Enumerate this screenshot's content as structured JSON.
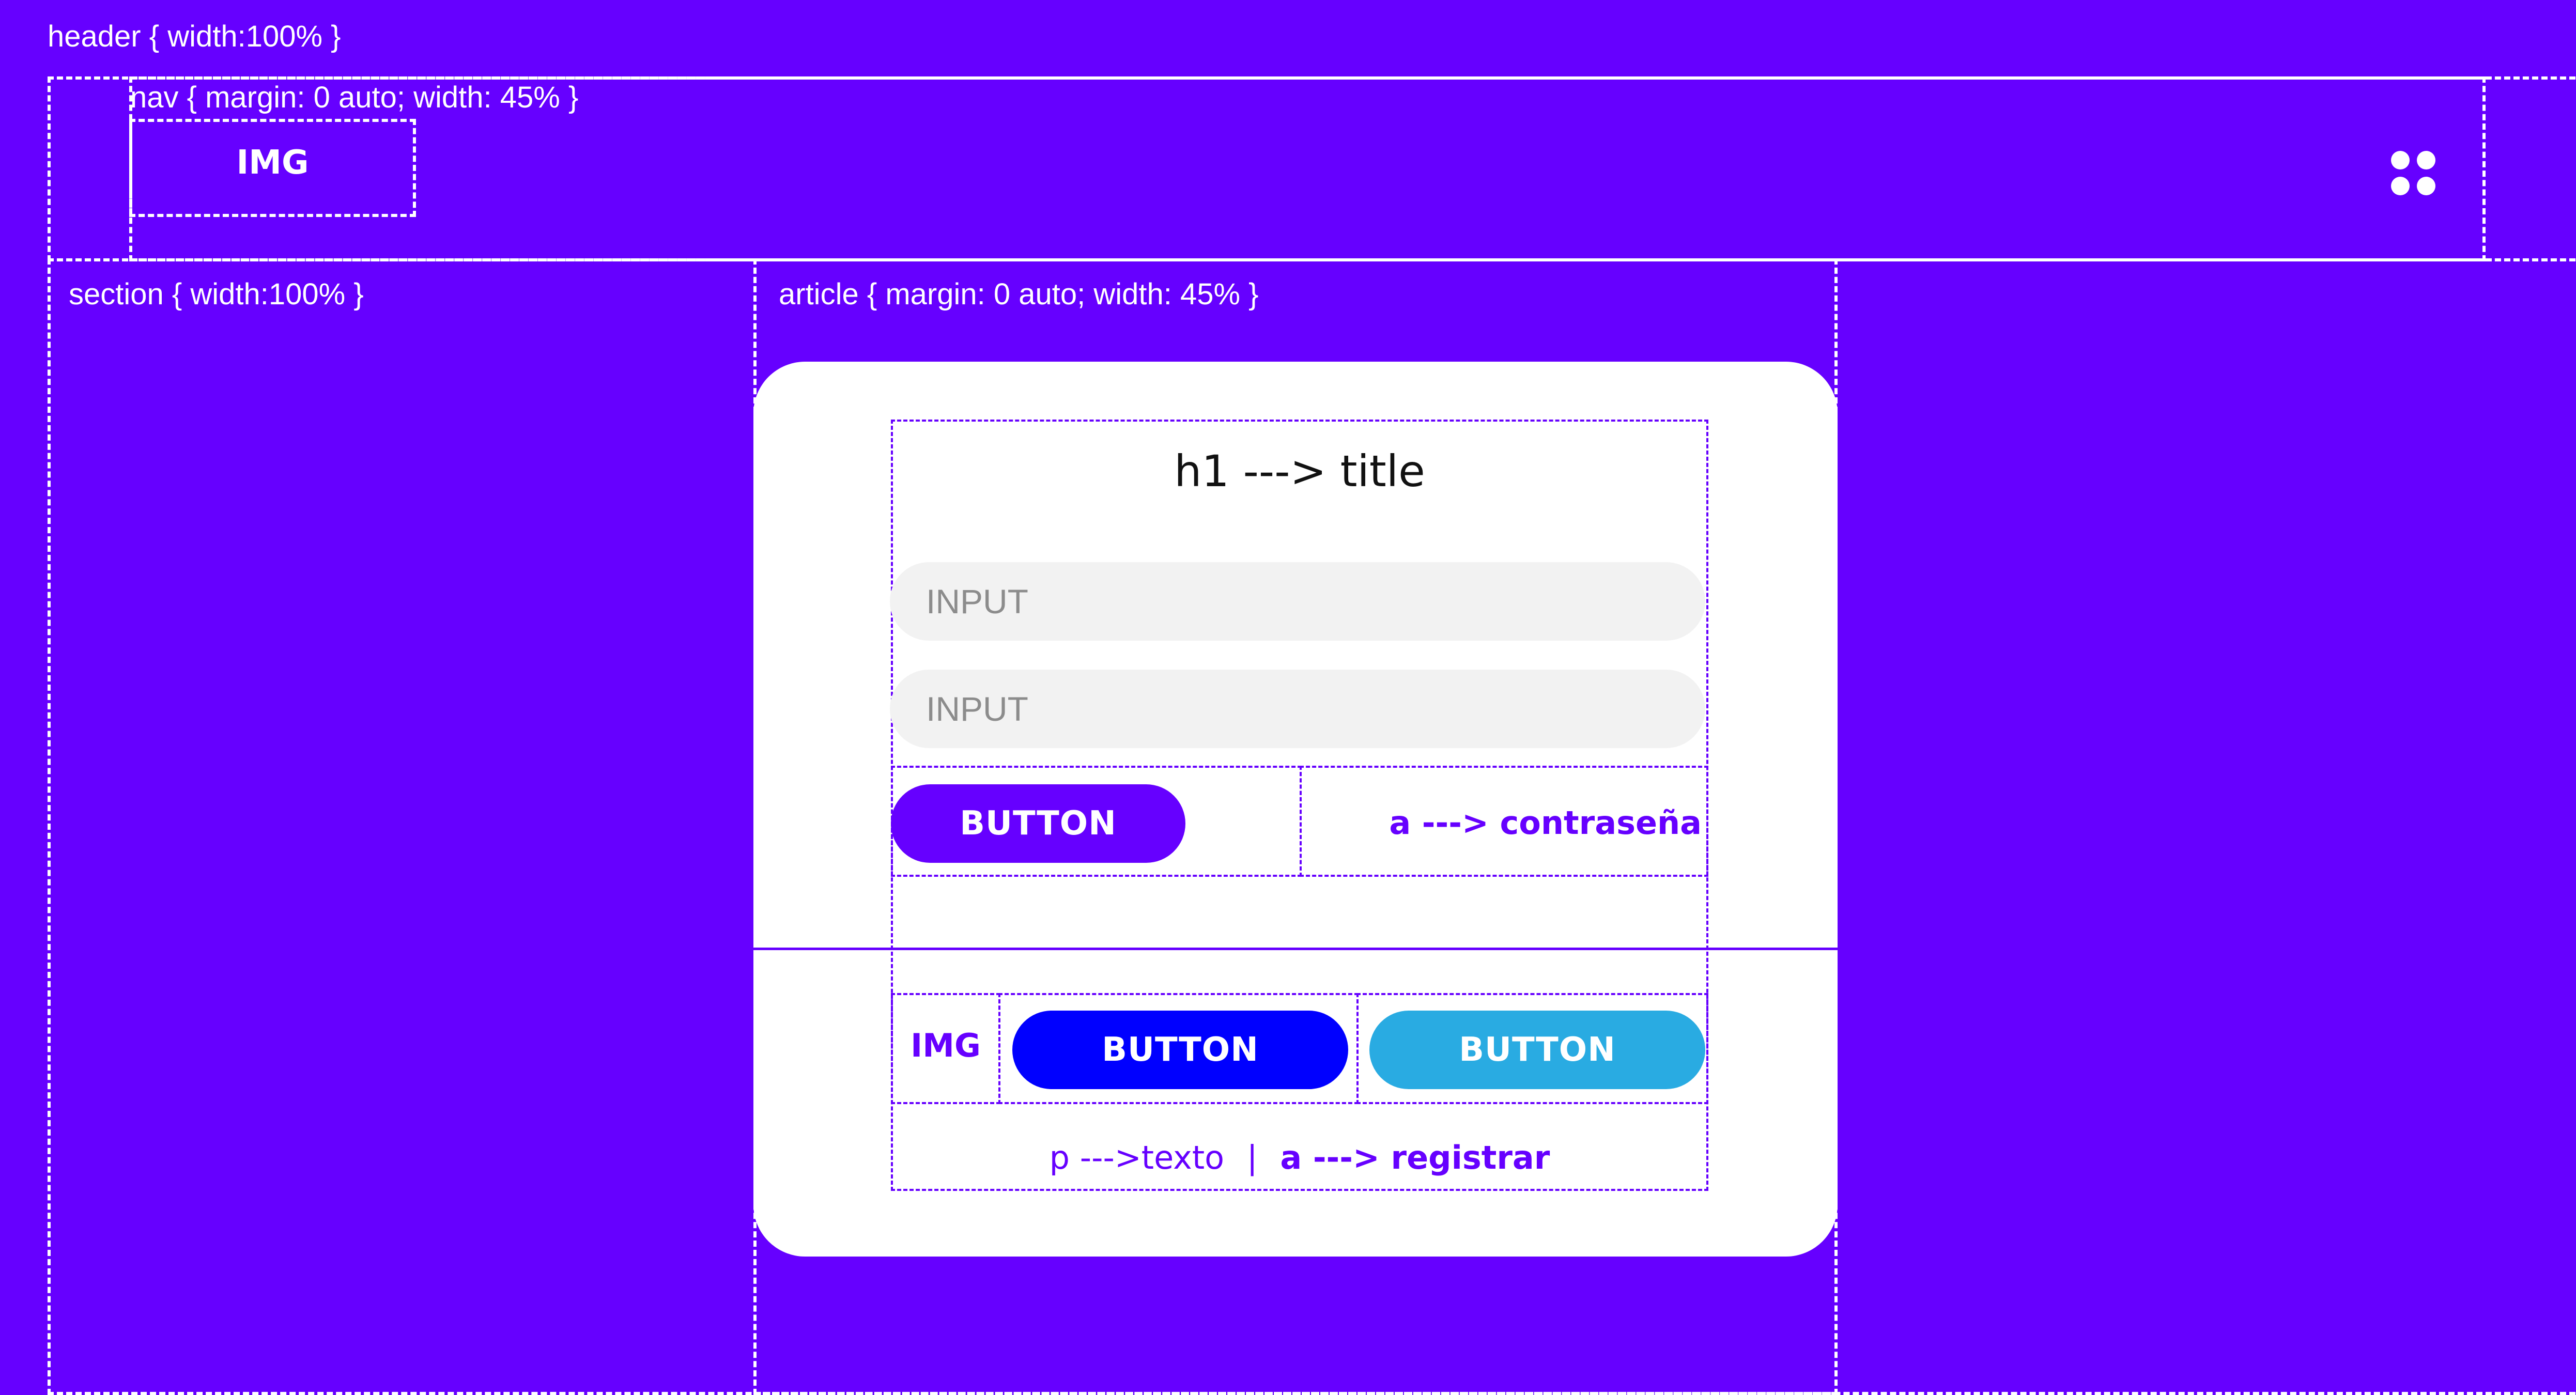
{
  "labels": {
    "header": "header { width:100% }",
    "nav": "nav { margin: 0 auto; width: 45% }",
    "section": "section { width:100% }",
    "article": "article { margin: 0 auto; width: 45% }"
  },
  "nav": {
    "img_label": "IMG",
    "menu_icon": "four-dots-menu-icon"
  },
  "card": {
    "title": "h1 ---> title",
    "input1_placeholder": "INPUT",
    "input2_placeholder": "INPUT",
    "button_label": "BUTTON",
    "password_link": "a ---> contraseña",
    "img_label": "IMG",
    "button2_label": "BUTTON",
    "button3_label": "BUTTON",
    "footer_text": "p --->texto",
    "separator": "|",
    "register_link": "a ---> registrar"
  },
  "colors": {
    "background": "#6600ff",
    "card": "#ffffff",
    "input_bg": "#f2f2f2",
    "button_primary": "#6600ff",
    "button_blue": "#0000ff",
    "button_light_blue": "#29abe2"
  }
}
